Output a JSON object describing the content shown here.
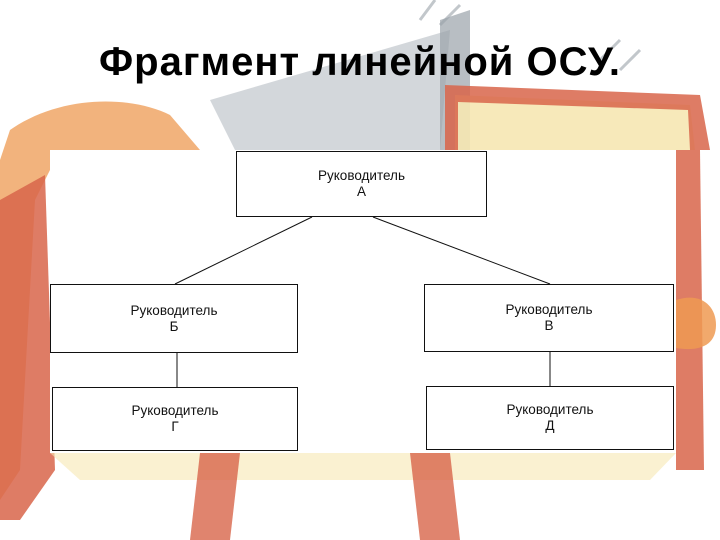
{
  "slide": {
    "title": "Фрагмент линейной ОСУ."
  },
  "colors": {
    "background": "#ffffff",
    "text": "#111111",
    "clipart_red": "#d8654a",
    "clipart_orange": "#ee9a52",
    "clipart_cream": "#f6e7b3",
    "clipart_gray": "#c8cdd2"
  },
  "diagram": {
    "nodes": {
      "a": {
        "line1": "Руководитель",
        "line2": "А"
      },
      "b": {
        "line1": "Руководитель",
        "line2": "Б"
      },
      "v": {
        "line1": "Руководитель",
        "line2": "В"
      },
      "g": {
        "line1": "Руководитель",
        "line2": "Г"
      },
      "d": {
        "line1": "Руководитель",
        "line2": "Д"
      }
    },
    "edges": [
      {
        "from": "a",
        "to": "b"
      },
      {
        "from": "a",
        "to": "v"
      },
      {
        "from": "b",
        "to": "g"
      },
      {
        "from": "v",
        "to": "d"
      }
    ]
  }
}
